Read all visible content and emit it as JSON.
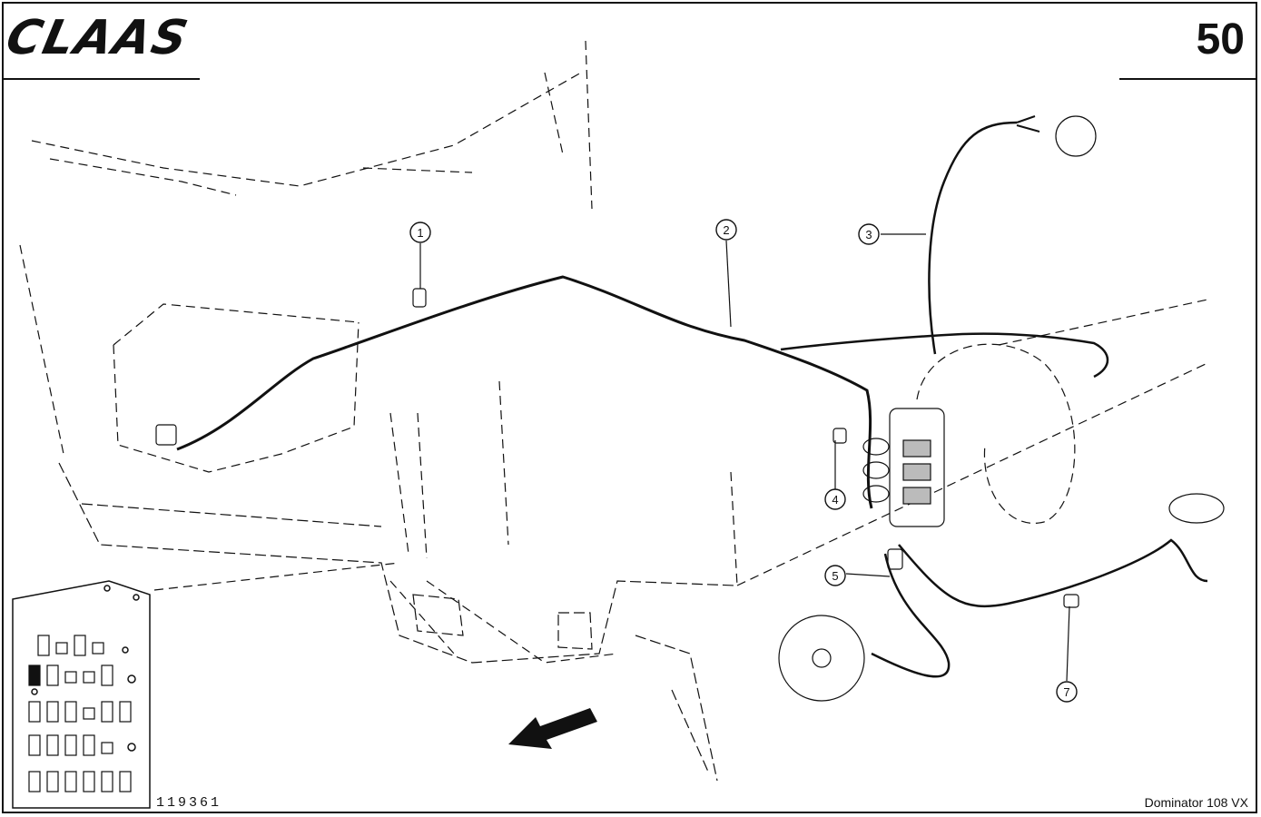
{
  "header": {
    "brand": "CLAAS",
    "page_number": "50"
  },
  "footer": {
    "part_number": "119361",
    "model": "Dominator 108 VX"
  },
  "callouts": [
    {
      "label": "1"
    },
    {
      "label": "2"
    },
    {
      "label": "3"
    },
    {
      "label": "4"
    },
    {
      "label": "5"
    },
    {
      "label": "7"
    }
  ],
  "colors": {
    "line": "#111111",
    "paper": "#ffffff"
  }
}
